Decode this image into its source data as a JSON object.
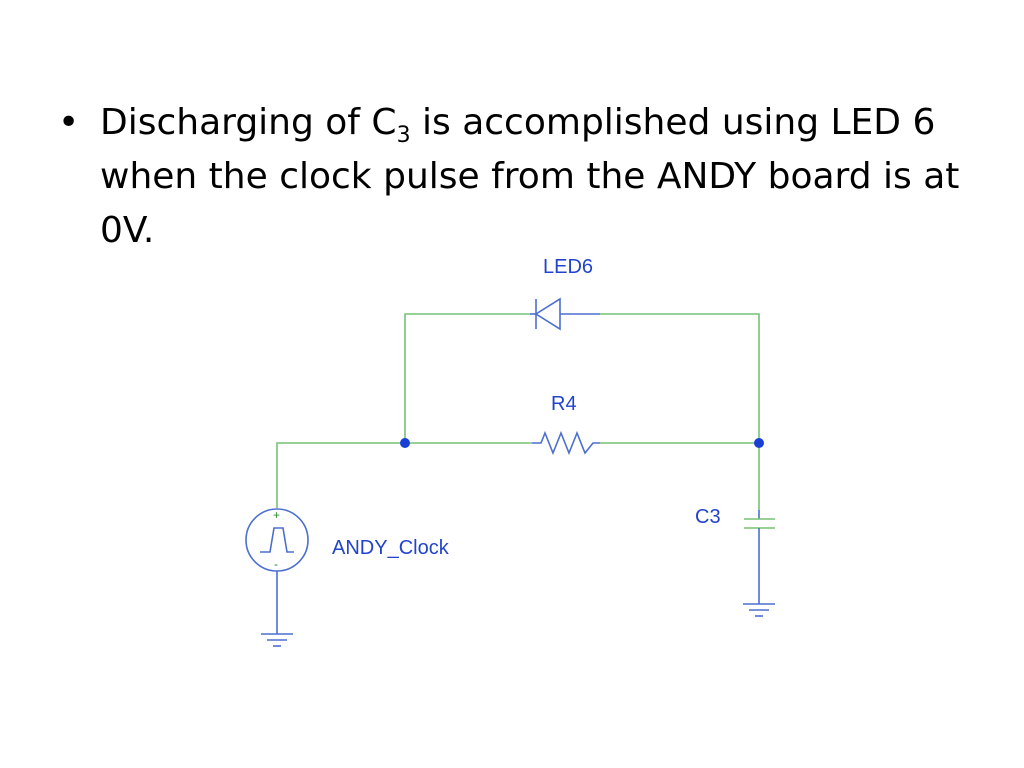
{
  "slide": {
    "bullet": "•",
    "text_before": "Discharging of C",
    "subscript": "3",
    "text_after": " is accomplished using LED 6 when the clock pulse from the ANDY board is at 0V."
  },
  "circuit": {
    "labels": {
      "led": "LED6",
      "resistor": "R4",
      "capacitor": "C3",
      "source": "ANDY_Clock"
    },
    "source_polarity": {
      "plus": "+",
      "minus": "-"
    },
    "colors": {
      "wire": "#77c277",
      "component": "#4b6fcf",
      "node": "#1a3fd6",
      "label": "#2244cc"
    }
  }
}
